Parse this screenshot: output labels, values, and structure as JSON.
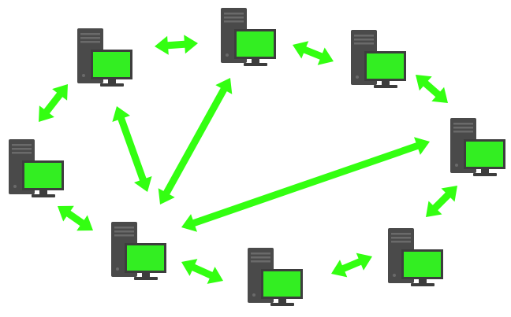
{
  "colors": {
    "background": "#ffffff",
    "tower": "#4a4a4a",
    "tower_detail": "#6a6a6a",
    "screen": "#33ee22",
    "monitor_frame": "#3d3d3d",
    "arrow": "#33ff11"
  },
  "diagram": {
    "nodes": [
      {
        "id": "pc-1",
        "icon": "desktop-computer-icon"
      },
      {
        "id": "pc-2",
        "icon": "desktop-computer-icon"
      },
      {
        "id": "pc-3",
        "icon": "desktop-computer-icon"
      },
      {
        "id": "pc-4",
        "icon": "desktop-computer-icon"
      },
      {
        "id": "pc-5",
        "icon": "desktop-computer-icon"
      },
      {
        "id": "pc-6",
        "icon": "desktop-computer-icon"
      },
      {
        "id": "pc-7",
        "icon": "desktop-computer-icon"
      },
      {
        "id": "pc-8",
        "icon": "desktop-computer-icon"
      }
    ],
    "links": [
      {
        "from": "pc-1",
        "to": "pc-2",
        "direction": "both"
      },
      {
        "from": "pc-2",
        "to": "pc-3",
        "direction": "both"
      },
      {
        "from": "pc-3",
        "to": "pc-4",
        "direction": "both"
      },
      {
        "from": "pc-4",
        "to": "pc-5",
        "direction": "both"
      },
      {
        "from": "pc-5",
        "to": "pc-6",
        "direction": "both"
      },
      {
        "from": "pc-6",
        "to": "pc-7",
        "direction": "both"
      },
      {
        "from": "pc-7",
        "to": "pc-8",
        "direction": "both"
      },
      {
        "from": "pc-8",
        "to": "pc-1",
        "direction": "both"
      },
      {
        "from": "pc-7",
        "to": "pc-1",
        "direction": "both"
      },
      {
        "from": "pc-7",
        "to": "pc-2",
        "direction": "both"
      },
      {
        "from": "pc-7",
        "to": "pc-4",
        "direction": "both"
      }
    ]
  }
}
